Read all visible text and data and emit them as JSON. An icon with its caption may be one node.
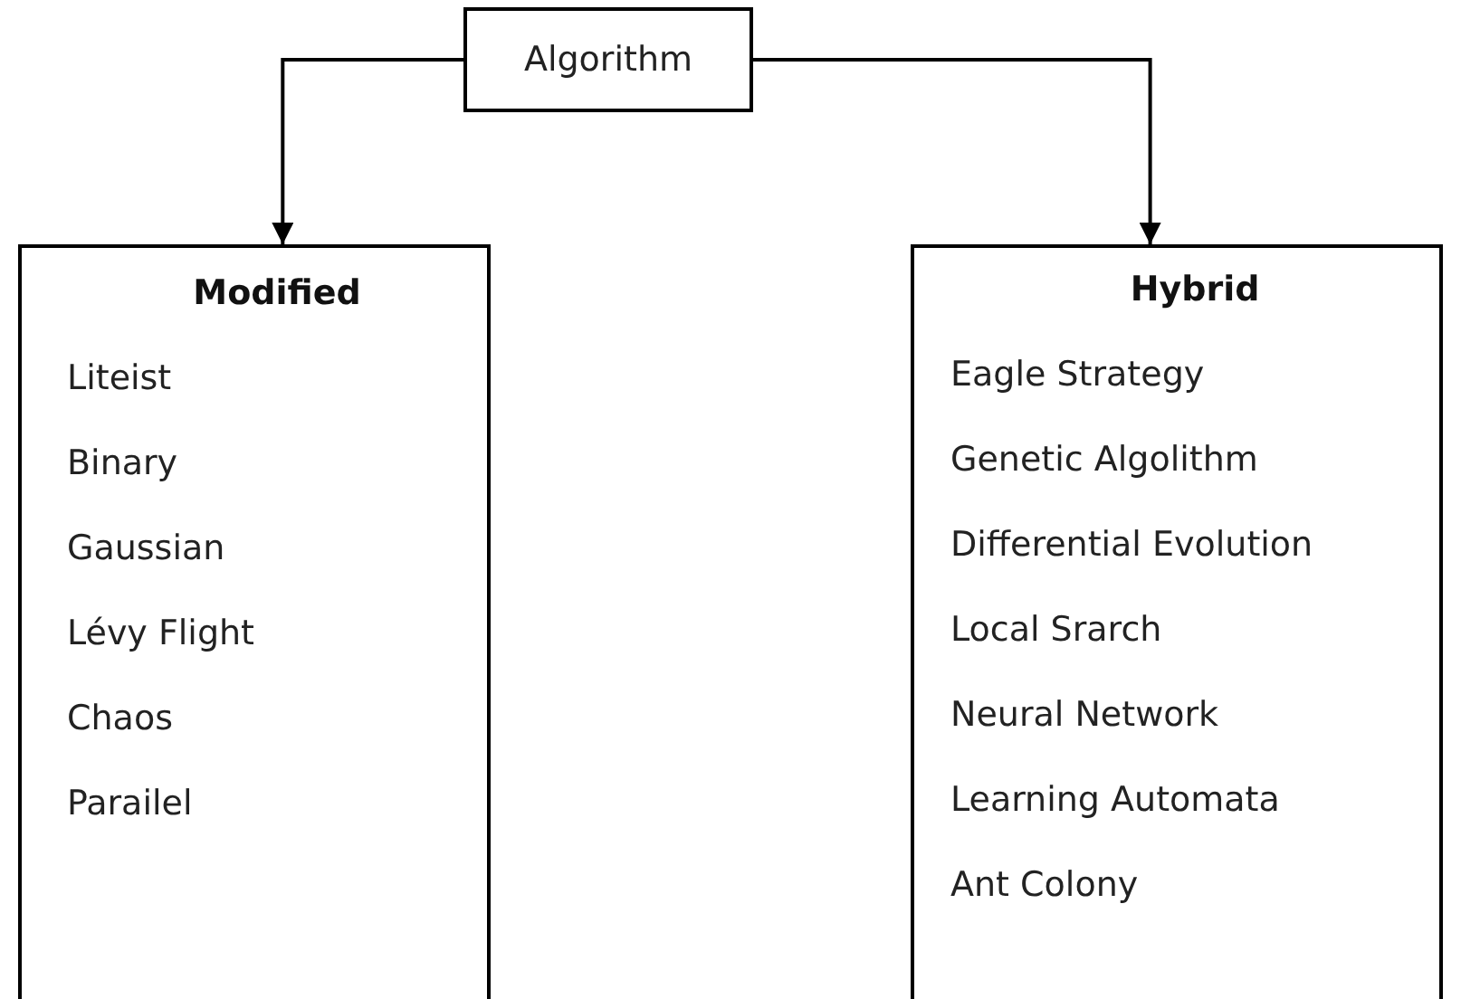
{
  "diagram": {
    "nodes": [
      {
        "text": [
          "Algorithm"
        ]
      },
      {
        "text": [
          "Modified",
          "Liteist",
          "Binary",
          "Gaussian",
          "Lévy Flight",
          "Chaos",
          "Parailel"
        ]
      },
      {
        "text": [
          "Hybrid",
          "Eagle Strategy",
          "Genetic Algolithm",
          "Differential Evolution",
          "Local Srarch",
          "Neural Network",
          "Learning Automata",
          "Ant Colony"
        ]
      }
    ],
    "edges": [
      {
        "from": 0,
        "to": 1,
        "arrow": "to"
      },
      {
        "from": 0,
        "to": 2,
        "arrow": "to"
      }
    ]
  }
}
